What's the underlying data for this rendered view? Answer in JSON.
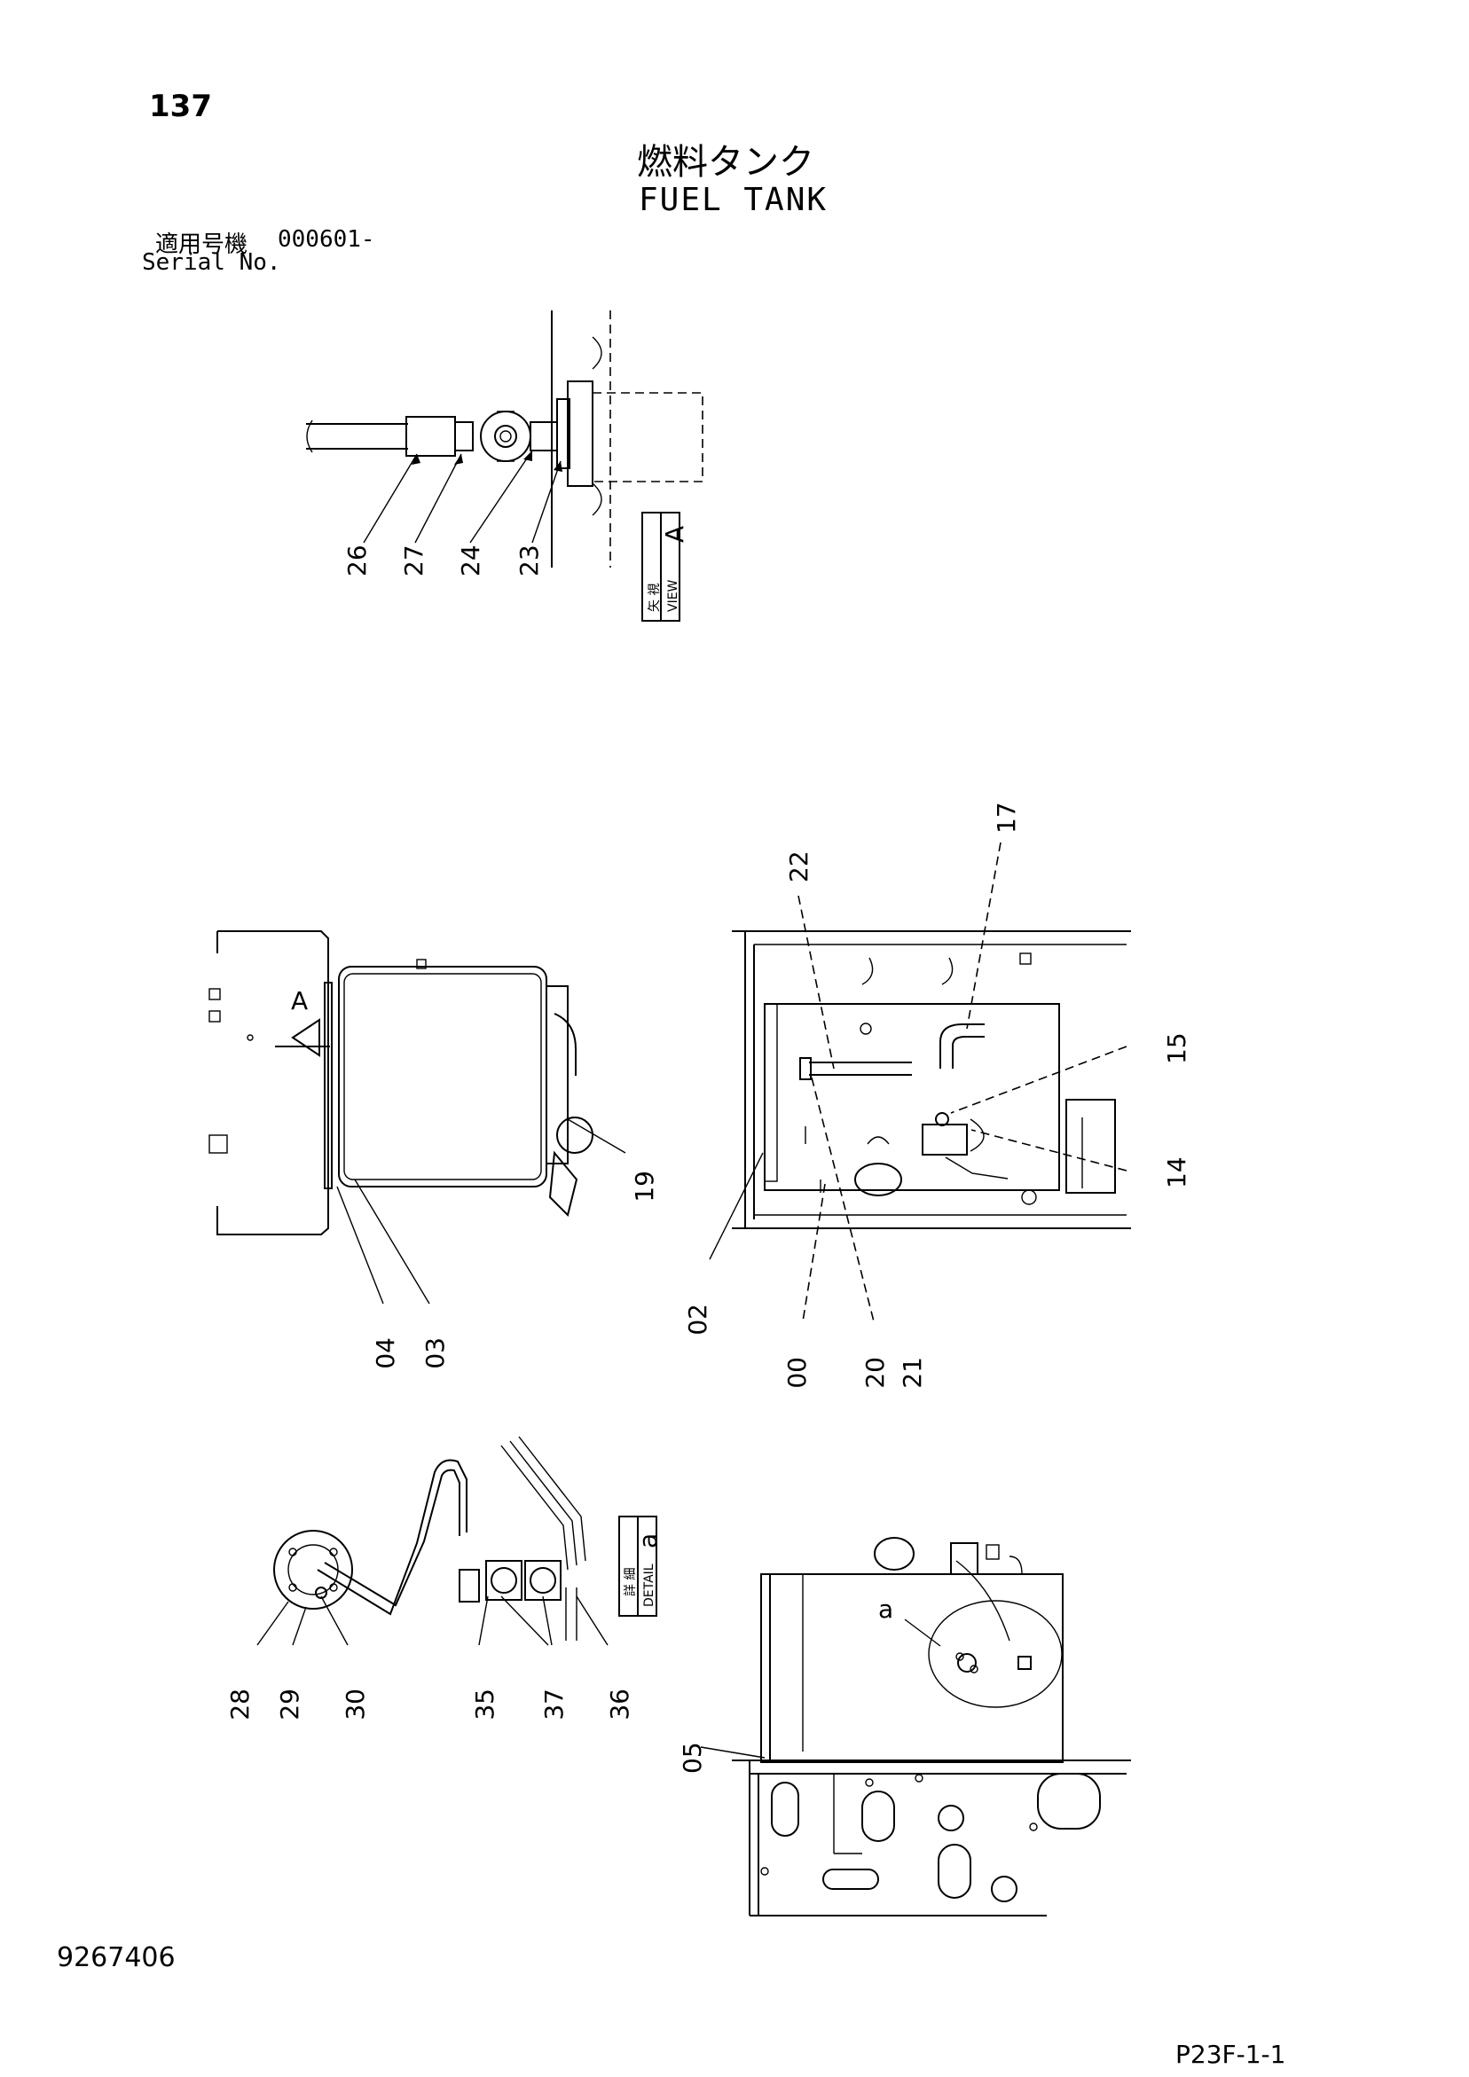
{
  "header": {
    "page_number": "137",
    "title_ja": "燃料タンク",
    "title_en": "FUEL TANK",
    "serial_label_ja": "適用号機",
    "serial_value": "000601-",
    "serial_label_en": "Serial No."
  },
  "view_a": {
    "tag_ja": "矢 視",
    "tag_en": "VIEW",
    "tag_letter": "A",
    "callouts": [
      "26",
      "27",
      "24",
      "23"
    ]
  },
  "side_view": {
    "arrow_letter": "A",
    "callouts": [
      "19",
      "04",
      "03"
    ]
  },
  "top_view": {
    "callouts": [
      "22",
      "17",
      "15",
      "14",
      "02",
      "00",
      "20",
      "21"
    ]
  },
  "detail_a": {
    "tag_ja": "詳 細",
    "tag_en": "DETAIL",
    "tag_letter": "a",
    "callouts": [
      "28",
      "29",
      "30",
      "35",
      "37",
      "36"
    ]
  },
  "bottom_view": {
    "detail_letter": "a",
    "callouts": [
      "05"
    ]
  },
  "footer": {
    "drawing_number": "9267406",
    "page_code": "P23F-1-1"
  }
}
